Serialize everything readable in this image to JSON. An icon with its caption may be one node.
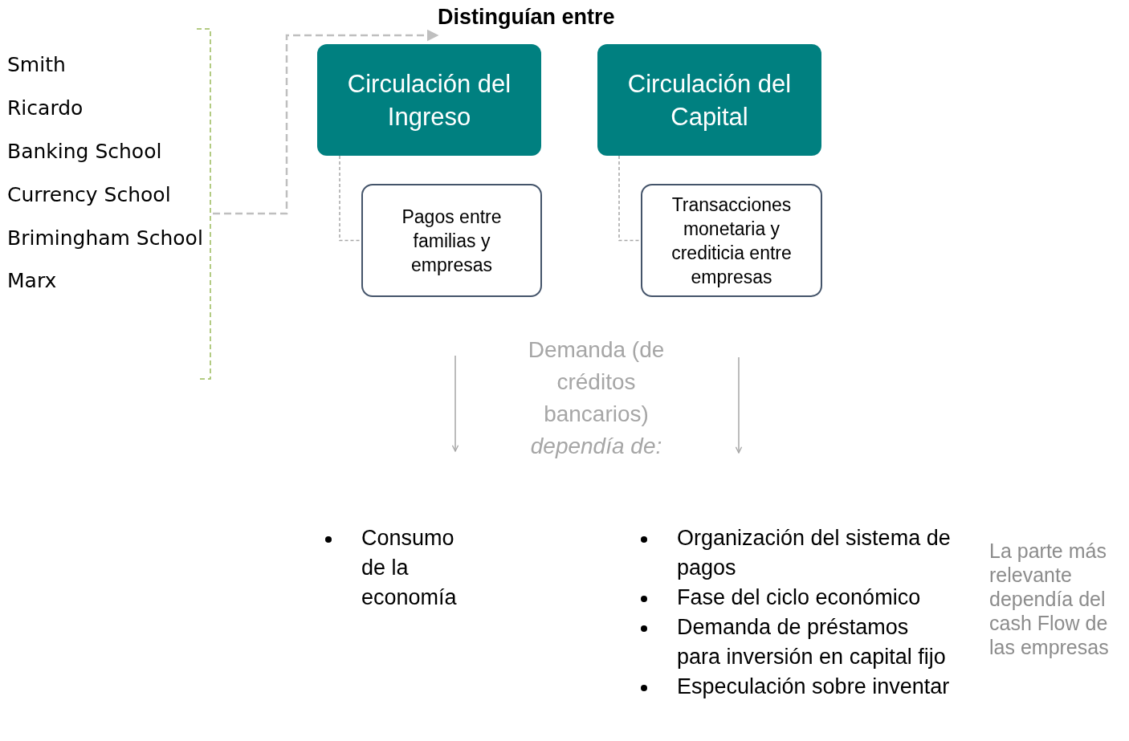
{
  "diagram": {
    "nodes": [
      {
        "text": [
          "Distinguían entre"
        ]
      },
      {
        "text": [
          "Circulación del Ingreso"
        ]
      },
      {
        "text": [
          "Pagos entre familias y empresas"
        ]
      },
      {
        "text": [
          "Circulación del Capital"
        ]
      },
      {
        "text": [
          "Transacciones monetaria y crediticia entre empresas"
        ]
      },
      {
        "text": [
          "Consumo de la economía"
        ]
      },
      {
        "text": [
          "Organización del sistema de pagos",
          "Fase del ciclo económico",
          "Demanda de préstamos para inversión en capital fijo",
          "Especulación sobre inventar"
        ]
      },
      {
        "text": [],
        "shape": "bracket"
      }
    ],
    "edges": [
      {
        "from": 7,
        "to": 0,
        "arrow": "to",
        "style": "dashed",
        "color": "#bfbfbf"
      },
      {
        "from": 1,
        "to": 2,
        "arrow": "none",
        "style": "dashed"
      },
      {
        "from": 3,
        "to": 4,
        "arrow": "none",
        "style": "dashed"
      }
    ],
    "labels": [
      "Smith",
      "Ricardo",
      "Banking School",
      "Currency School",
      "Brimingham School",
      "Marx",
      "Demanda (de créditos bancarios) *dependía de:*",
      "La parte más relevante dependía del cash Flow de las empresas"
    ]
  }
}
